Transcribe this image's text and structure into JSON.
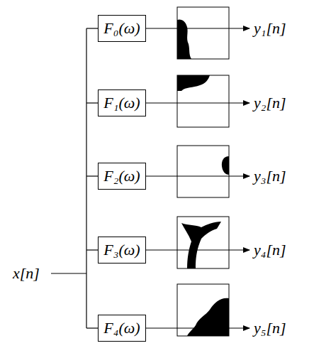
{
  "diagram": {
    "nodes": [
      {
        "text": [
          "F₀(ω)"
        ]
      },
      {
        "text": [
          "F₁(ω)"
        ]
      },
      {
        "text": [
          "F₂(ω)"
        ]
      },
      {
        "text": [
          "F₃(ω)"
        ]
      },
      {
        "text": [
          "F₄(ω)"
        ]
      }
    ],
    "labels": [
      "x[n]",
      "y₁[n]",
      "y₂[n]",
      "y₃[n]",
      "y₄[n]",
      "y₅[n]"
    ]
  }
}
